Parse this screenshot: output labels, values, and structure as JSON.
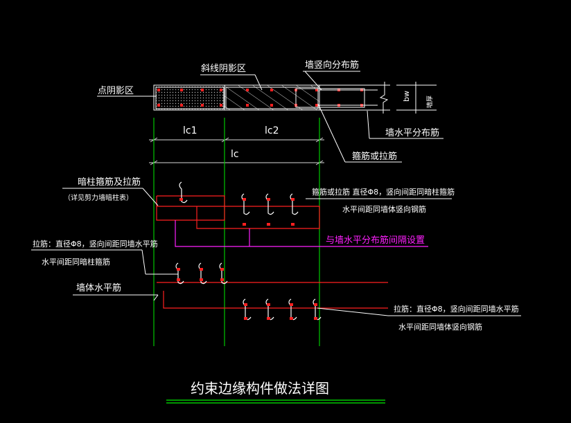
{
  "colors": {
    "background": "#000000",
    "white": "#ffffff",
    "green": "#00c800",
    "red": "#ff2020",
    "magenta": "#ff20ff",
    "dimension": "#d8d8d8"
  },
  "labels": {
    "dot_shade_zone": "点阴影区",
    "hatch_shade_zone": "斜线阴影区",
    "wall_vertical_bars": "墙竖向分布筋",
    "wall_horizontal_bars": "墙水平分布筋",
    "bw": "bw",
    "bw_side": "墙厚",
    "stirrup_or_tie": "箍筋或拉筋",
    "lc1": "lc1",
    "lc2": "lc2",
    "lc": "lc",
    "hidden_column_stirrup": "暗柱箍筋及拉筋",
    "hidden_column_note": "（详见剪力墙暗柱表）",
    "stirrup_tie_spec_line1": "箍筋或拉筋 直径Φ8，竖向间距同暗柱箍筋",
    "stirrup_tie_spec_line2": "水平间距同墙体竖向钢筋",
    "same_spacing_note": "与墙水平分布筋间隔设置",
    "tie_spec_left_line1": "拉筋：直径Φ8，竖向间距同墙水平筋",
    "tie_spec_left_line2": "水平间距同暗柱箍筋",
    "wall_horizontal": "墙体水平筋",
    "tie_spec_right_line1": "拉筋：直径Φ8，竖向间距同墙水平筋",
    "tie_spec_right_line2": "水平间距同墙体竖向钢筋",
    "title": "约束边缘构件做法详图"
  }
}
